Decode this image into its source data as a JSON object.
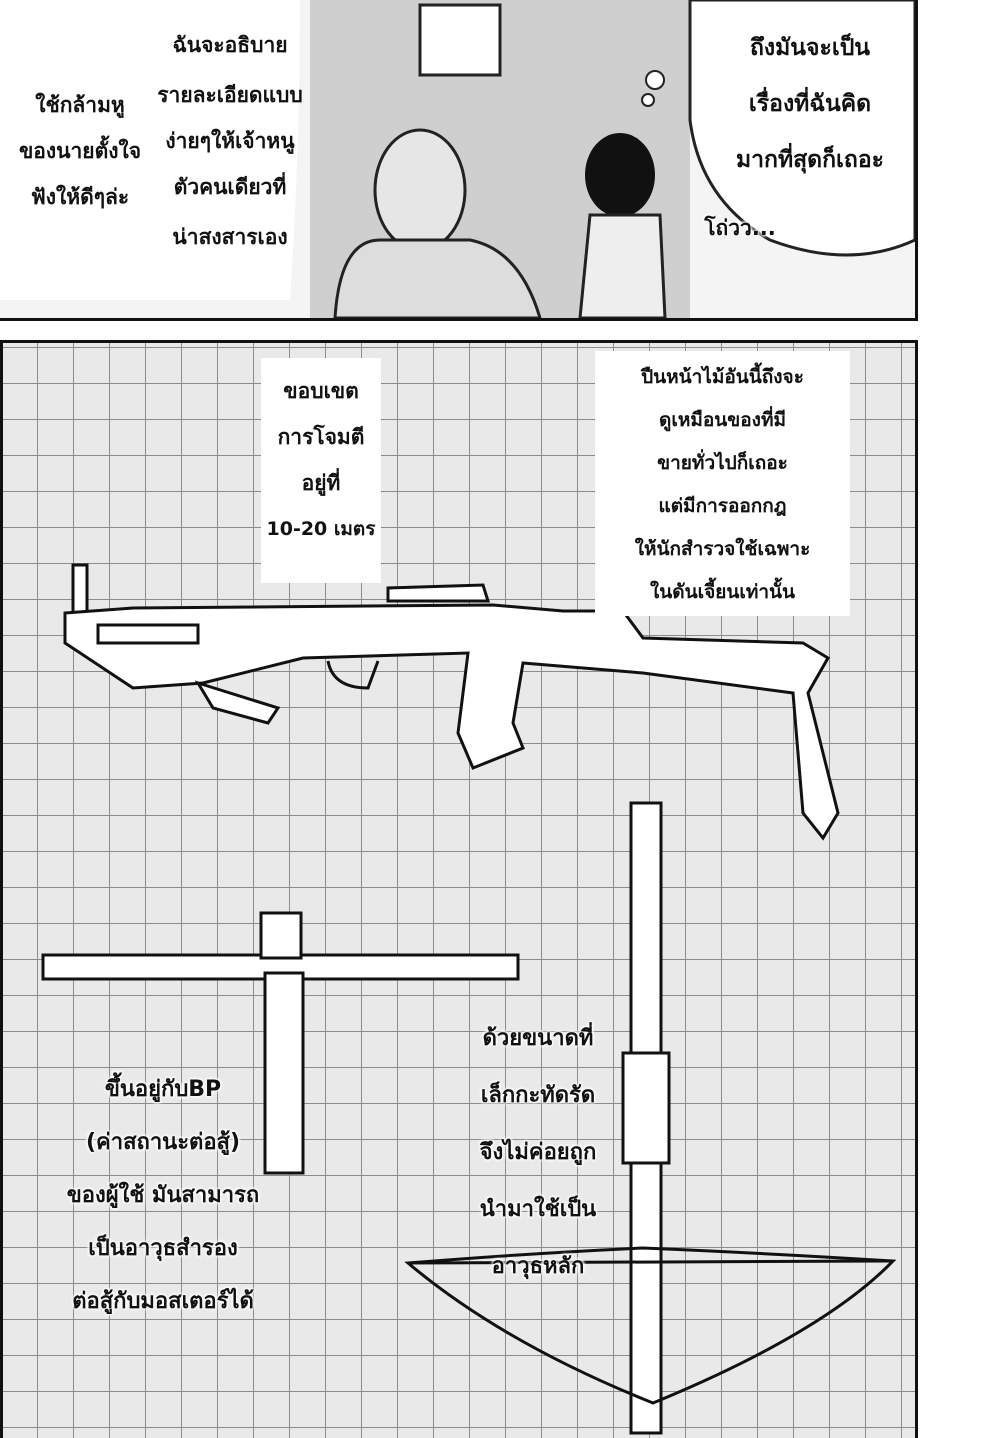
{
  "panel_top": {
    "bubble_left": [
      "ใช้กล้ามหู",
      "ของนายตั้งใจ",
      "ฟังให้ดีๆล่ะ"
    ],
    "bubble_center": [
      "ฉันจะอธิบาย",
      "รายละเอียดแบบ",
      "ง่ายๆให้เจ้าหนู",
      "ตัวคนเดียวที่",
      "น่าสงสารเอง"
    ],
    "thought_right": [
      "ถึงมันจะเป็น",
      "เรื่องที่ฉันคิด",
      "มากที่สุดก็เถอะ"
    ],
    "sfx": "โถ่วว..."
  },
  "panel_bottom": {
    "range_box": [
      "ขอบเขต",
      "การโจมตี",
      "อยู่ที่",
      "10-20 เมตร"
    ],
    "law_box": [
      "ปืนหน้าไม้อันนี้ถึงจะ",
      "ดูเหมือนของที่มี",
      "ขายทั่วไปก็เถอะ",
      "แต่มีการออกกฎ",
      "ให้นักสำรวจใช้เฉพาะ",
      "ในดันเจี้ยนเท่านั้น"
    ],
    "bp_caption": [
      "ขึ้นอยู่กับBP",
      "(ค่าสถานะต่อสู้)",
      "ของผู้ใช้ มันสามารถ",
      "เป็นอาวุธสำรอง",
      "ต่อสู้กับมอสเตอร์ได้"
    ],
    "size_caption": [
      "ด้วยขนาดที่",
      "เล็กกะทัดรัด",
      "จึงไม่ค่อยถูก",
      "นำมาใช้เป็น",
      "อาวุธหลัก"
    ]
  }
}
